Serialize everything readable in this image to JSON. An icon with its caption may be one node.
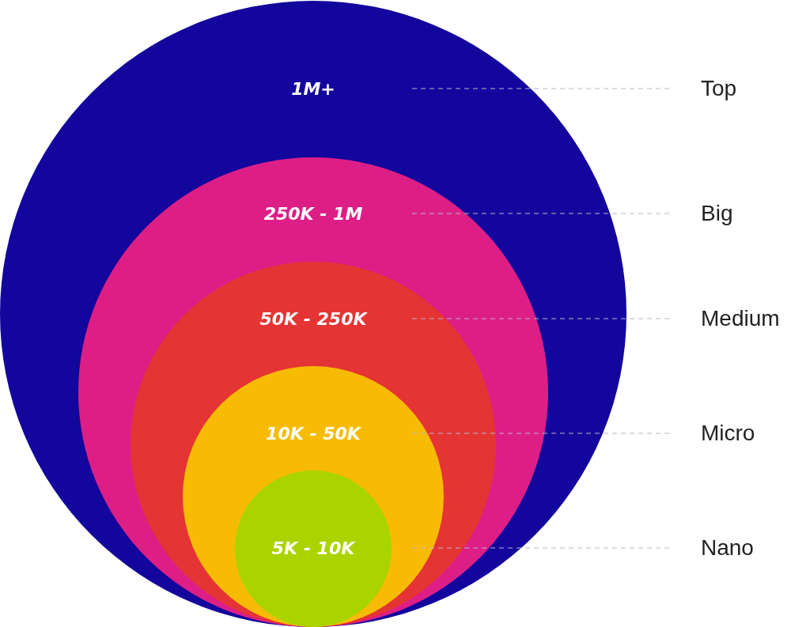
{
  "diagram": {
    "nodes": [
      {
        "text": [
          "1M+"
        ]
      },
      {
        "text": [
          "250K - 1M"
        ],
        "in": 0
      },
      {
        "text": [
          "50K - 250K"
        ],
        "in": 1
      },
      {
        "text": [
          "10K - 50K"
        ],
        "in": 2
      },
      {
        "text": [
          "5K - 10K"
        ],
        "in": 3
      },
      {
        "text": [
          "Top"
        ]
      },
      {
        "text": [
          "Big"
        ]
      },
      {
        "text": [
          "Medium"
        ]
      },
      {
        "text": [
          "Micro"
        ]
      },
      {
        "text": [
          "Nano"
        ]
      }
    ],
    "edges": [
      {
        "from": 5,
        "to": 0,
        "arrow": "none",
        "style": "dashed"
      },
      {
        "from": 6,
        "to": 1,
        "arrow": "none",
        "style": "dashed"
      },
      {
        "from": 7,
        "to": 2,
        "arrow": "none",
        "style": "dashed"
      },
      {
        "from": 8,
        "to": 3,
        "arrow": "none",
        "style": "dashed"
      },
      {
        "from": 9,
        "to": 4,
        "arrow": "none",
        "style": "dashed"
      }
    ]
  }
}
